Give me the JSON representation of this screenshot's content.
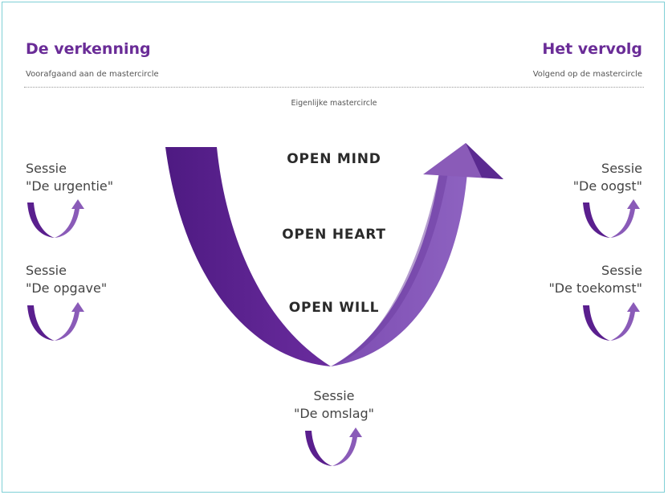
{
  "left": {
    "title": "De verkenning",
    "subtitle": "Voorafgaand aan de mastercircle"
  },
  "right": {
    "title": "Het vervolg",
    "subtitle": "Volgend op de mastercircle"
  },
  "center_caption": "Eigenlijke mastercircle",
  "phases": [
    "OPEN MIND",
    "OPEN HEART",
    "OPEN WILL"
  ],
  "sessions": [
    {
      "line1": "Sessie",
      "line2": "\"De urgentie\""
    },
    {
      "line1": "Sessie",
      "line2": "\"De opgave\""
    },
    {
      "line1": "Sessie",
      "line2": "\"De omslag\""
    },
    {
      "line1": "Sessie",
      "line2": "\"De oogst\""
    },
    {
      "line1": "Sessie",
      "line2": "\"De toekomst\""
    }
  ],
  "colors": {
    "accent": "#6a2c97",
    "u_dark": "#5a1f8e",
    "u_light": "#8a5bb8",
    "frame": "#7fd0d6"
  }
}
